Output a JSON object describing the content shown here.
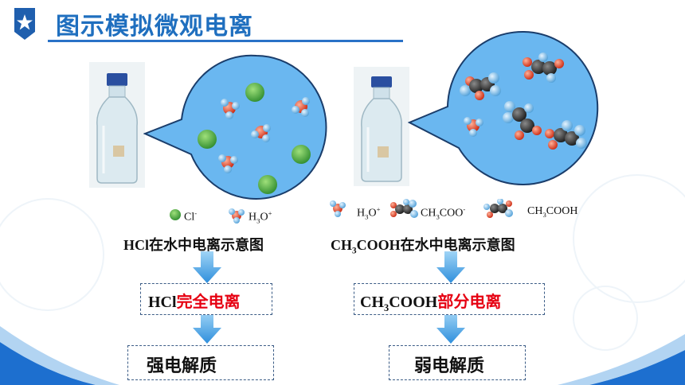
{
  "title": "图示模拟微观电离",
  "legend_left": {
    "cl": "Cl",
    "cl_sup": "-",
    "h3o": "H",
    "h3o_sub": "3",
    "h3o_o": "O",
    "h3o_sup": "+"
  },
  "legend_right": {
    "h3o": "H",
    "h3o_sub": "3",
    "h3o_o": "O",
    "h3o_sup": "+",
    "acetate": "CH",
    "acetate_sub": "3",
    "acetate_rest": "COO",
    "acetate_sup": "-",
    "acid": "CH",
    "acid_sub": "3",
    "acid_rest": "COOH"
  },
  "left_column": {
    "caption_formula": "HCl",
    "caption_text": "在水中电离示意图",
    "box1_formula": "HCl",
    "box1_text": "完全电离",
    "box2_text": "强电解质"
  },
  "right_column": {
    "caption_formula_a": "CH",
    "caption_formula_sub": "3",
    "caption_formula_b": "COOH",
    "caption_text": "在水中电离示意图",
    "box1_formula_a": "CH",
    "box1_formula_sub": "3",
    "box1_formula_b": "COOH",
    "box1_text": "部分电离",
    "box2_text": "弱电解质"
  },
  "colors": {
    "title": "#1f6fbf",
    "accent_red": "#e60012",
    "bubble_fill": "#6ab7f0",
    "bubble_stroke": "#1a3d6b",
    "chloride": "#3aa33a",
    "oxygen": "#e8452b",
    "hydrogen": "#8ec8ee",
    "carbon": "#333333",
    "arrow": "#4aa6e8"
  }
}
